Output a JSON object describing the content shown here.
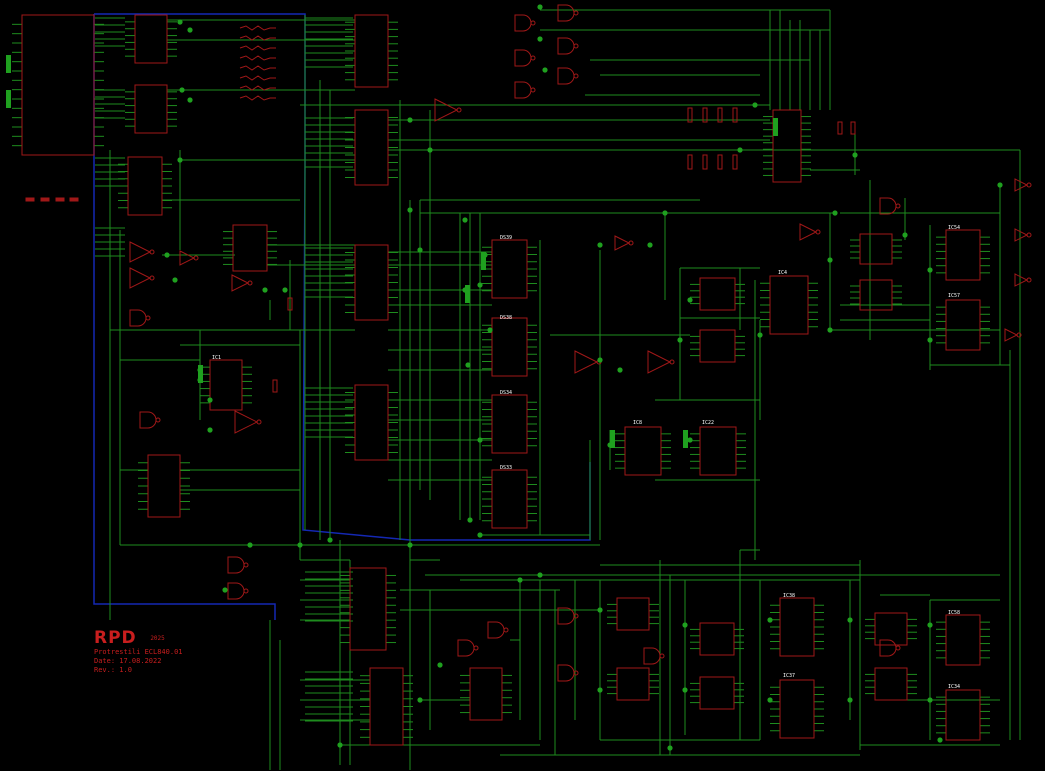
{
  "title_block": {
    "brand": "RPD",
    "brand_sub": "2025",
    "lines": [
      "Protrestili ECL840.01",
      "Date: 17.08.2022",
      "Rev.: 1.0"
    ]
  },
  "refs": [
    "DS39",
    "DS38",
    "DS34",
    "DS33",
    "IC1",
    "IC8",
    "IC22",
    "IC4",
    "IC54",
    "IC57",
    "IC38",
    "IC37",
    "IC58",
    "IC34"
  ],
  "colors": {
    "background": "#000000",
    "wire": "#1e8c1e",
    "junction": "#1fa01f",
    "component": "#a01818",
    "bus": "#1428b4",
    "title": "#c81e1e",
    "label": "#ffffff"
  }
}
